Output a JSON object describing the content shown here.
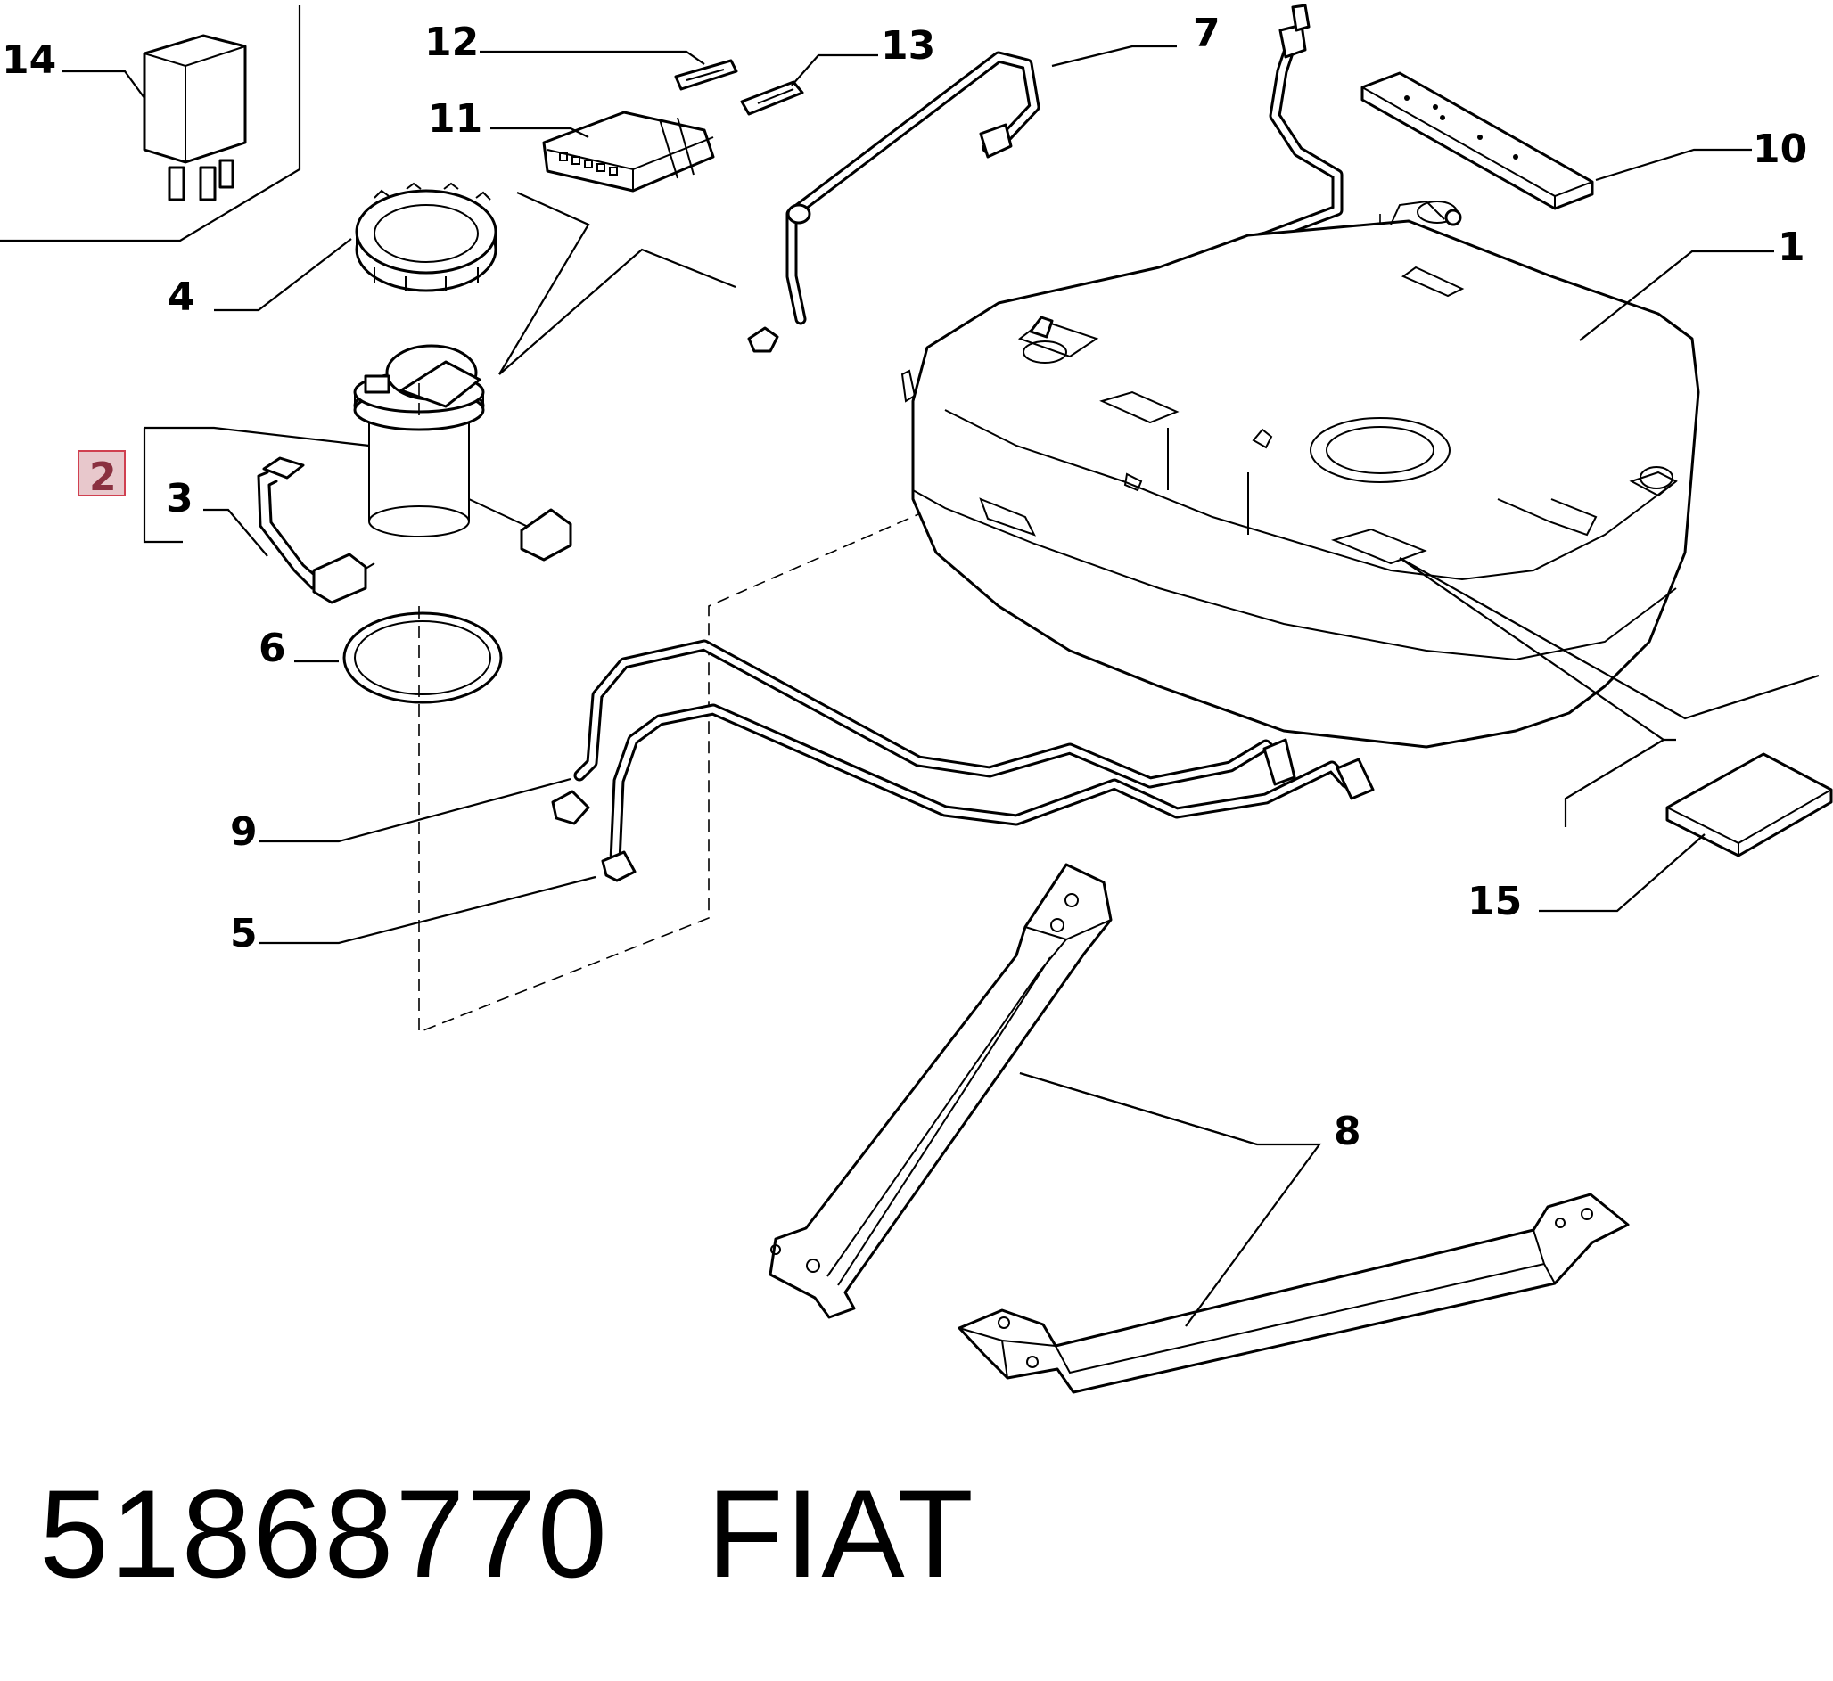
{
  "callouts": [
    {
      "id": "14",
      "text": "14"
    },
    {
      "id": "12",
      "text": "12"
    },
    {
      "id": "13",
      "text": "13"
    },
    {
      "id": "7",
      "text": "7"
    },
    {
      "id": "11",
      "text": "11"
    },
    {
      "id": "10",
      "text": "10"
    },
    {
      "id": "1",
      "text": "1"
    },
    {
      "id": "4",
      "text": "4"
    },
    {
      "id": "2",
      "text": "2"
    },
    {
      "id": "3",
      "text": "3"
    },
    {
      "id": "6",
      "text": "6"
    },
    {
      "id": "9",
      "text": "9"
    },
    {
      "id": "5",
      "text": "5"
    },
    {
      "id": "15",
      "text": "15"
    },
    {
      "id": "8",
      "text": "8"
    }
  ],
  "highlight": {
    "callout": "2",
    "color": "#e8c8cc",
    "border": "#d04050"
  },
  "footer": {
    "part_number": "51868770",
    "brand": "FIAT"
  }
}
